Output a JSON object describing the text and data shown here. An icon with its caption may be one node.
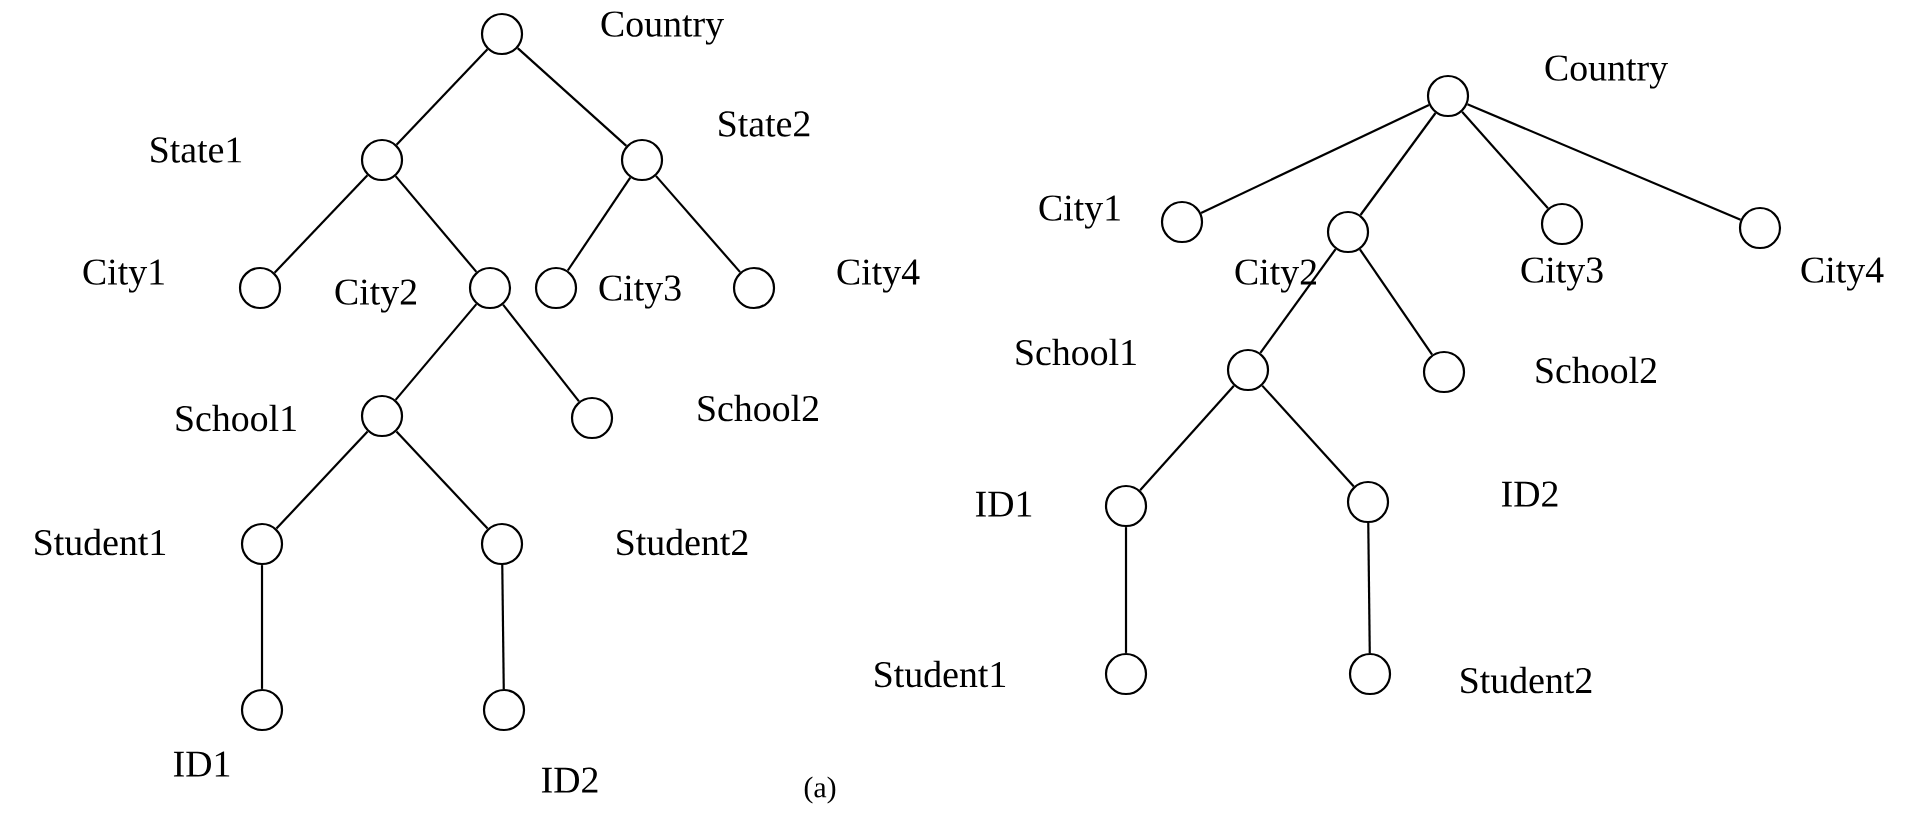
{
  "diagram": {
    "nodes": [
      {
        "text": [],
        "shape": "circle",
        "beside": [
          "Country"
        ]
      },
      {
        "text": [],
        "shape": "circle",
        "beside": [
          "State1"
        ]
      },
      {
        "text": [],
        "shape": "circle",
        "beside": [
          "State2"
        ]
      },
      {
        "text": [],
        "shape": "circle",
        "beside": [
          "City1"
        ]
      },
      {
        "text": [],
        "shape": "circle",
        "beside": [
          "City2"
        ]
      },
      {
        "text": [],
        "shape": "circle",
        "beside": [
          "City3"
        ]
      },
      {
        "text": [],
        "shape": "circle",
        "beside": [
          "City4"
        ]
      },
      {
        "text": [],
        "shape": "circle",
        "beside": [
          "School1"
        ]
      },
      {
        "text": [],
        "shape": "circle",
        "beside": [
          "School2"
        ]
      },
      {
        "text": [],
        "shape": "circle",
        "beside": [
          "Student1"
        ]
      },
      {
        "text": [],
        "shape": "circle",
        "beside": [
          "Student2"
        ]
      },
      {
        "text": [],
        "shape": "circle",
        "beside": [
          "ID1"
        ]
      },
      {
        "text": [],
        "shape": "circle",
        "beside": [
          "ID2"
        ]
      },
      {
        "text": [],
        "shape": "circle",
        "beside": [
          "Country"
        ]
      },
      {
        "text": [],
        "shape": "circle",
        "beside": [
          "City1"
        ]
      },
      {
        "text": [],
        "shape": "circle",
        "beside": [
          "City2"
        ]
      },
      {
        "text": [],
        "shape": "circle",
        "beside": [
          "City3"
        ]
      },
      {
        "text": [],
        "shape": "circle",
        "beside": [
          "City4"
        ]
      },
      {
        "text": [],
        "shape": "circle",
        "beside": [
          "School1"
        ]
      },
      {
        "text": [],
        "shape": "circle",
        "beside": [
          "School2"
        ]
      },
      {
        "text": [],
        "shape": "circle",
        "beside": [
          "ID1"
        ]
      },
      {
        "text": [],
        "shape": "circle",
        "beside": [
          "ID2"
        ]
      },
      {
        "text": [],
        "shape": "circle",
        "beside": [
          "Student1"
        ]
      },
      {
        "text": [],
        "shape": "circle",
        "beside": [
          "Student2"
        ]
      }
    ],
    "edges": [
      {
        "from": 0,
        "to": 1,
        "arrow": "none"
      },
      {
        "from": 0,
        "to": 2,
        "arrow": "none"
      },
      {
        "from": 1,
        "to": 3,
        "arrow": "none"
      },
      {
        "from": 1,
        "to": 4,
        "arrow": "none"
      },
      {
        "from": 2,
        "to": 5,
        "arrow": "none"
      },
      {
        "from": 2,
        "to": 6,
        "arrow": "none"
      },
      {
        "from": 4,
        "to": 7,
        "arrow": "none"
      },
      {
        "from": 4,
        "to": 8,
        "arrow": "none"
      },
      {
        "from": 7,
        "to": 9,
        "arrow": "none"
      },
      {
        "from": 7,
        "to": 10,
        "arrow": "none"
      },
      {
        "from": 9,
        "to": 11,
        "arrow": "none"
      },
      {
        "from": 10,
        "to": 12,
        "arrow": "none"
      },
      {
        "from": 13,
        "to": 14,
        "arrow": "none"
      },
      {
        "from": 13,
        "to": 15,
        "arrow": "none"
      },
      {
        "from": 13,
        "to": 16,
        "arrow": "none"
      },
      {
        "from": 13,
        "to": 17,
        "arrow": "none"
      },
      {
        "from": 15,
        "to": 18,
        "arrow": "none"
      },
      {
        "from": 15,
        "to": 19,
        "arrow": "none"
      },
      {
        "from": 18,
        "to": 20,
        "arrow": "none"
      },
      {
        "from": 18,
        "to": 21,
        "arrow": "none"
      },
      {
        "from": 20,
        "to": 22,
        "arrow": "none"
      },
      {
        "from": 21,
        "to": 23,
        "arrow": "none"
      }
    ],
    "labels": [
      "(a)"
    ]
  }
}
